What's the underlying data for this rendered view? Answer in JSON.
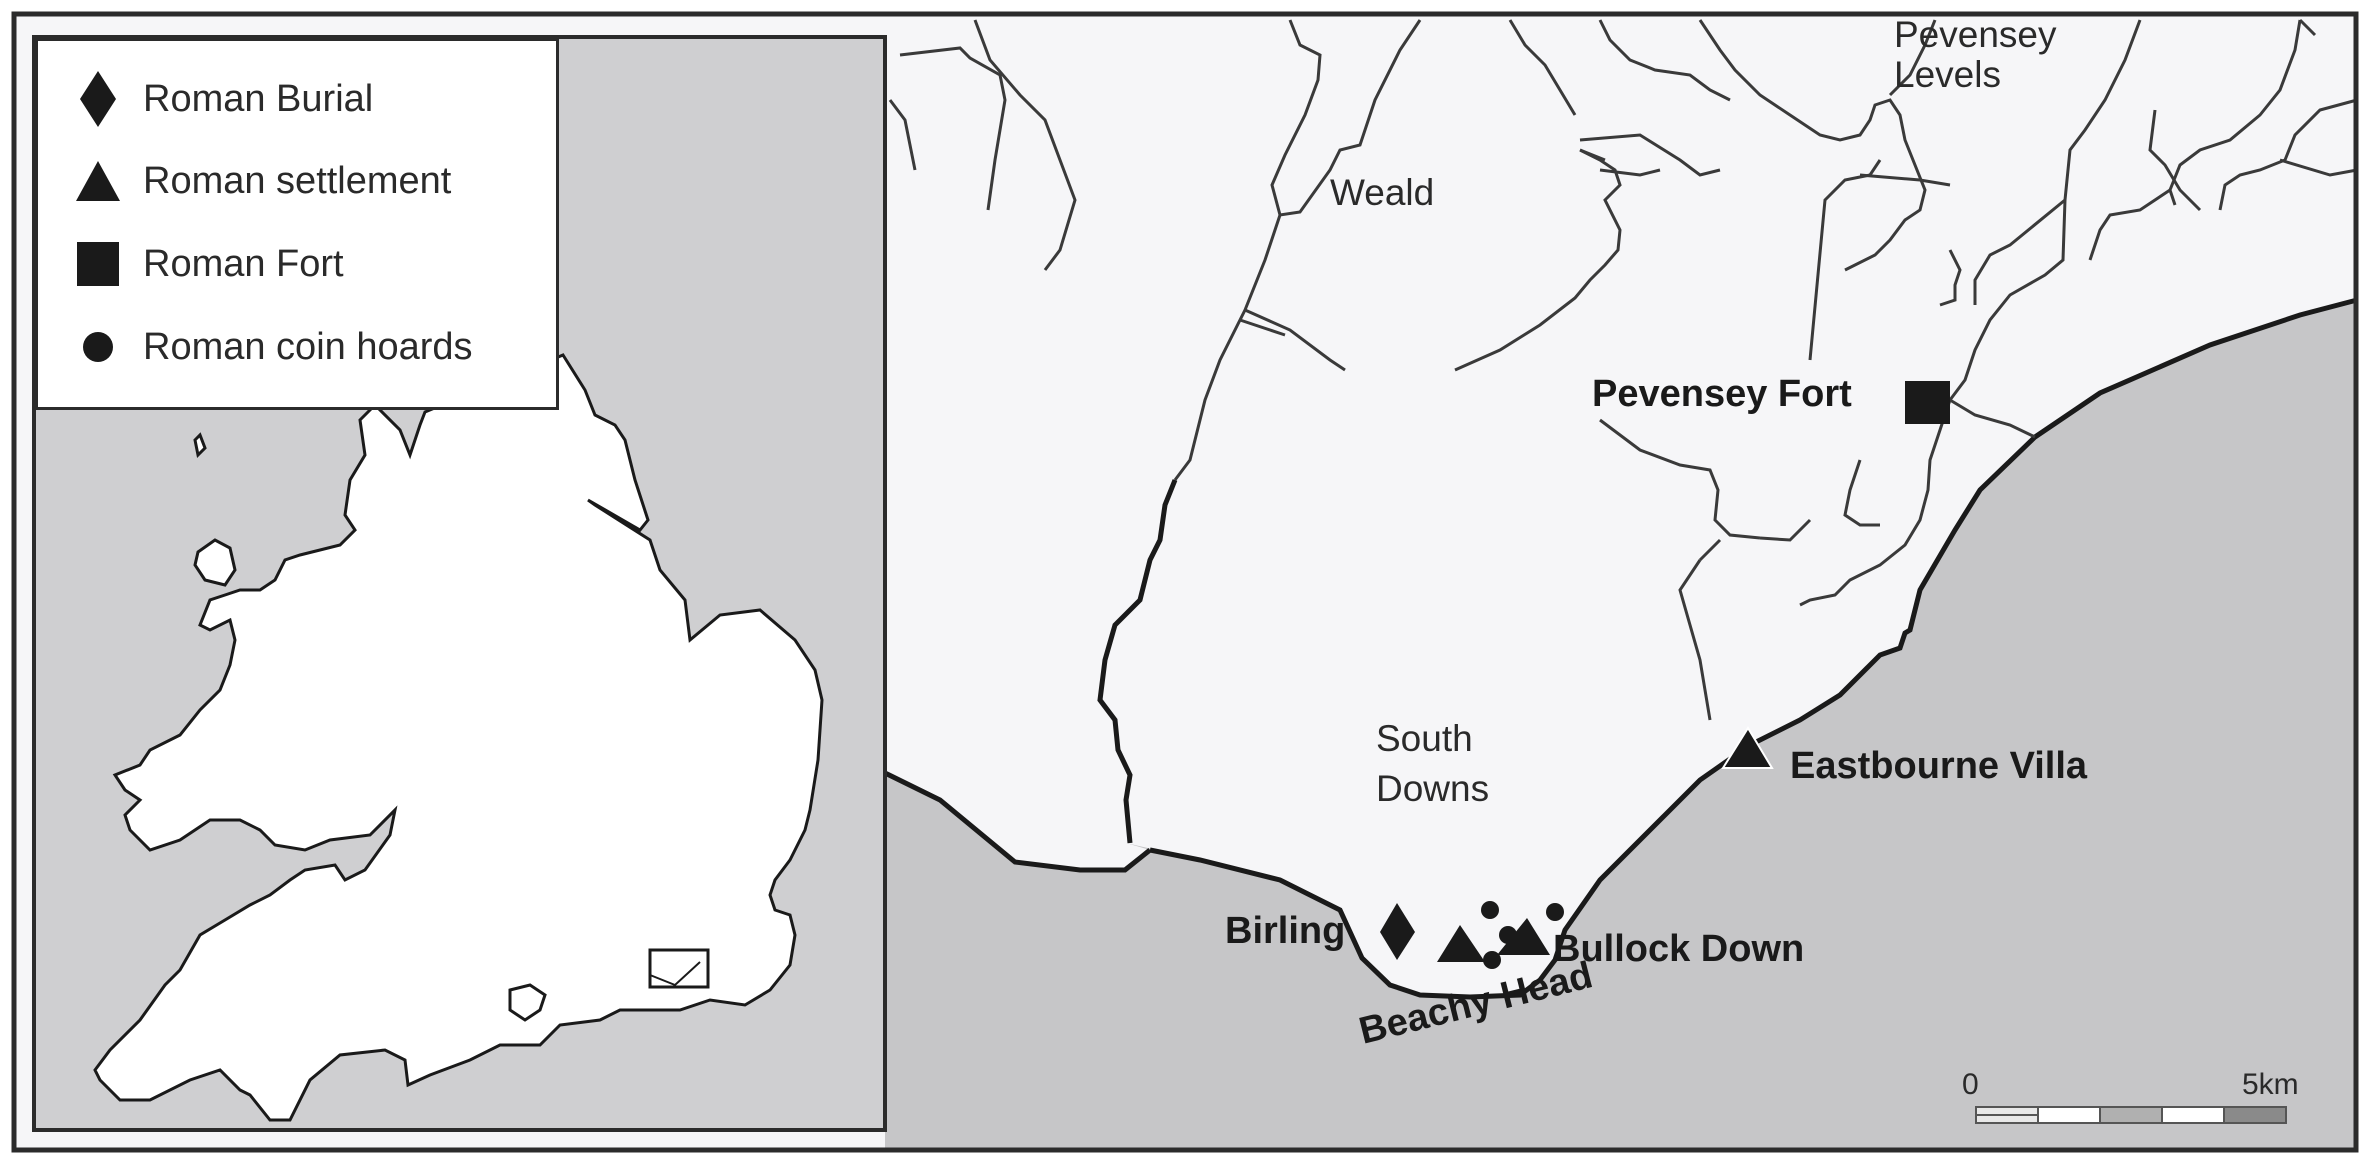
{
  "colors": {
    "land": "#f6f6f8",
    "sea": "#c6c6c8",
    "inset_sea": "#cfcfd1",
    "inset_land": "#ffffff",
    "line": "#2b2b2b",
    "symbol": "#1a1a1a"
  },
  "legend": {
    "items": [
      {
        "symbol": "diamond-icon",
        "label": "Roman Burial"
      },
      {
        "symbol": "triangle-icon",
        "label": "Roman settlement"
      },
      {
        "symbol": "square-icon",
        "label": "Roman Fort"
      },
      {
        "symbol": "circle-icon",
        "label": "Roman coin hoards"
      }
    ]
  },
  "area_labels": {
    "weald": "Weald",
    "pevensey_levels_1": "Pevensey",
    "pevensey_levels_2": "Levels",
    "south_downs_1": "South",
    "south_downs_2": "Downs",
    "beachy_head": "Beachy Head"
  },
  "sites": [
    {
      "name": "Pevensey Fort",
      "type": "Roman Fort"
    },
    {
      "name": "Eastbourne Villa",
      "type": "Roman settlement"
    },
    {
      "name": "Birling",
      "type": "Roman Burial"
    },
    {
      "name": "Bullock Down",
      "type": "Roman settlement / Roman coin hoards"
    }
  ],
  "scale_bar": {
    "start_label": "0",
    "end_label": "5km",
    "segments": 5
  },
  "inset": {
    "description": "England and Wales overview with locator box",
    "locator_box": true
  }
}
